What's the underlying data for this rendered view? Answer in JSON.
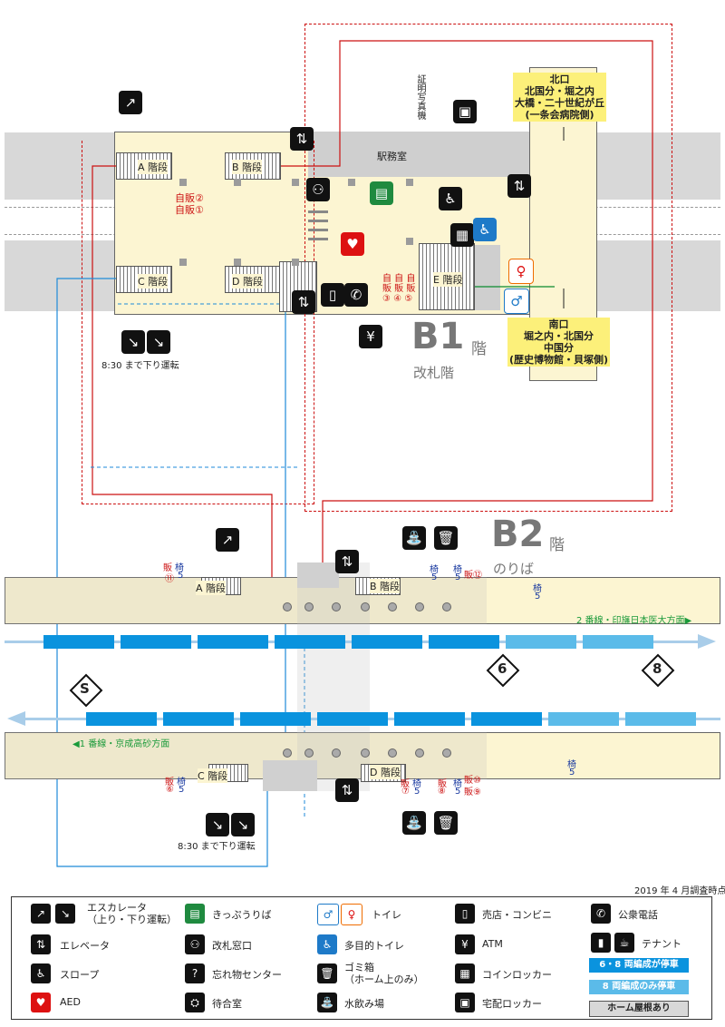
{
  "survey_note": "2019 年 4 月調査時点",
  "b1": {
    "floor_name": "B1",
    "floor_suffix": "階",
    "floor_sub": "改札階",
    "stairs": {
      "a": "A 階段",
      "b": "B 階段",
      "c": "C 階段",
      "d": "D 階段",
      "e": "E 階段"
    },
    "station_office": "駅務室",
    "photo_booth": "証明写真機",
    "vending_left": "自販②\n自販①",
    "vending_right": "自 自 自\n販 販 販\n③ ④ ⑤",
    "escalator_note": "8:30 まで下り運転",
    "north_exit": "北口\n北国分・堀之内\n大橋・二十世紀が丘\n(一条会病院側)",
    "south_exit": "南口\n堀之内・北国分\n中国分\n(歴史博物館・貝塚側)"
  },
  "b2": {
    "floor_name": "B2",
    "floor_suffix": "階",
    "floor_sub": "のりば",
    "stairs": {
      "a": "A 階段",
      "b": "B 階段",
      "c": "C 階段",
      "d": "D 階段"
    },
    "line2_label": "2 番線・印旛日本医大方面▶",
    "line1_label": "◀1 番線・京成高砂方面",
    "escalator_note": "8:30 まで下り運転",
    "stop_6": "6",
    "stop_8": "8",
    "stop_s": "S",
    "top_marks": [
      {
        "v": "販",
        "c": "red"
      },
      {
        "v": "椅",
        "c": "blue"
      }
    ],
    "seat_text": "椅",
    "seat_num": "5",
    "vend11": "⑪",
    "vend12": "販⑫",
    "vend6": "⑥",
    "vend7": "⑦",
    "vend8": "⑧",
    "vend9": "販⑨",
    "vend10": "販⑩",
    "han": "販"
  },
  "legend": {
    "escalator": "エスカレータ\n（上り・下り運転）",
    "elevator": "エレベータ",
    "slope": "スロープ",
    "aed": "AED",
    "ticket_machine": "きっぷうりば",
    "ticket_window": "改札窓口",
    "lost_found": "忘れ物センター",
    "waiting_room": "待合室",
    "toilet": "トイレ",
    "multi_toilet": "多目的トイレ",
    "trash": "ゴミ箱\n（ホーム上のみ）",
    "water": "水飲み場",
    "shop": "売店・コンビニ",
    "atm": "ATM",
    "coin_locker": "コインロッカー",
    "delivery_locker": "宅配ロッカー",
    "phone": "公衆電話",
    "tenant": "テナント",
    "cars_68": "6・8 両編成が停車",
    "cars_8": "8 両編成のみ停車",
    "roof": "ホーム屋根あり"
  },
  "colors": {
    "concourse": "#fcf5d2",
    "platform": "#fcf5d2",
    "car_68": "#0a93de",
    "car_8": "#5bbbe9",
    "red_route": "#cc1111",
    "blue_route": "#1e8ad8",
    "road": "#d8d8d8"
  }
}
